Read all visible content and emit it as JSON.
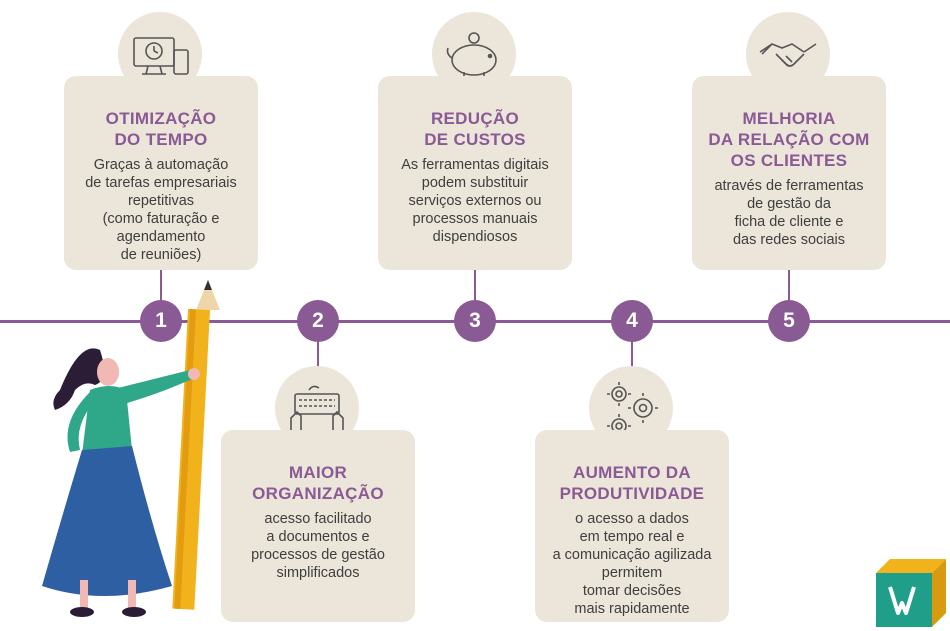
{
  "steps": [
    {
      "number": "1",
      "title": "OTIMIZAÇÃO\nDO TEMPO",
      "body": "Graças à automação\nde tarefas empresariais\nrepetitivas\n(como faturação e\nagendamento\nde reuniões)",
      "icon": "computer-clock-icon"
    },
    {
      "number": "2",
      "title": "MAIOR\nORGANIZAÇÃO",
      "body": "acesso facilitado\na documentos e\nprocessos de gestão\nsimplificados",
      "icon": "hands-keyboard-icon"
    },
    {
      "number": "3",
      "title": "REDUÇÃO\nDE CUSTOS",
      "body": "As ferramentas digitais\npodem substituir\nserviços externos ou\nprocessos manuais\ndispendiosos",
      "icon": "piggy-bank-icon"
    },
    {
      "number": "4",
      "title": "AUMENTO DA\nPRODUTIVIDADE",
      "body": "o acesso a dados\nem tempo real e\na comunicação agilizada\npermitem\ntomar decisões\nmais rapidamente",
      "icon": "gears-icon"
    },
    {
      "number": "5",
      "title": "MELHORIA\nDA RELAÇÃO COM\nOS CLIENTES",
      "body": "através de ferramentas\nde gestão da\nficha de cliente e\ndas redes sociais",
      "icon": "handshake-icon"
    }
  ],
  "colors": {
    "accent": "#8a5a94",
    "card": "#ece5da",
    "text": "#3e3e3e",
    "logo_green": "#1f9e8a",
    "logo_yellow": "#f2b21c"
  },
  "decorations": {
    "illustration": "woman-with-pencil-illustration",
    "logo": "brand-logo-icon"
  }
}
